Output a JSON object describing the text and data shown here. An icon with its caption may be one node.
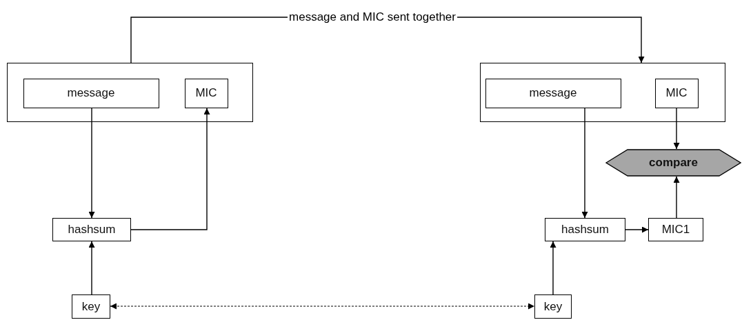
{
  "diagram": {
    "nodes": [
      {
        "text": [],
        "shape": "box"
      },
      {
        "text": [
          "message"
        ],
        "in": 0
      },
      {
        "text": [
          "MIC"
        ],
        "in": 0
      },
      {
        "text": [
          "hashsum"
        ]
      },
      {
        "text": [
          "key"
        ]
      },
      {
        "text": [],
        "shape": "box"
      },
      {
        "text": [
          "message"
        ],
        "in": 5
      },
      {
        "text": [
          "MIC"
        ],
        "in": 5
      },
      {
        "text": [
          "compare"
        ]
      },
      {
        "text": [
          "hashsum"
        ]
      },
      {
        "text": [
          "MIC1"
        ]
      },
      {
        "text": [
          "key"
        ]
      }
    ],
    "edges": [
      {
        "from": 0,
        "to": 5,
        "arrow": "to",
        "label": "message and MIC sent together"
      },
      {
        "from": 1,
        "to": 3,
        "arrow": "to"
      },
      {
        "from": 3,
        "to": 2,
        "arrow": "to"
      },
      {
        "from": 4,
        "to": 3,
        "arrow": "to"
      },
      {
        "from": 4,
        "to": 11,
        "arrow": "both",
        "style": "dashed"
      },
      {
        "from": 6,
        "to": 9,
        "arrow": "to"
      },
      {
        "from": 9,
        "to": 10,
        "arrow": "to"
      },
      {
        "from": 10,
        "to": 8,
        "arrow": "to"
      },
      {
        "from": 7,
        "to": 8,
        "arrow": "to"
      },
      {
        "from": 11,
        "to": 9,
        "arrow": "to"
      }
    ]
  }
}
